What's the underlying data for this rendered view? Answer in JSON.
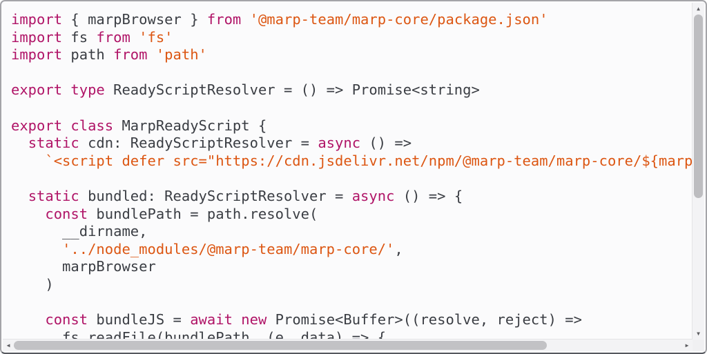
{
  "editor": {
    "background": "#fbfbfc",
    "frame_border_color": "#a4a4a8",
    "colors": {
      "keyword": "#b01467",
      "string": "#dc5612",
      "default": "#3a3d43"
    },
    "code_lines": [
      {
        "tokens": [
          [
            "k",
            "import"
          ],
          [
            "d",
            " { marpBrowser } "
          ],
          [
            "k",
            "from"
          ],
          [
            "d",
            " "
          ],
          [
            "s",
            "'@marp-team/marp-core/package.json'"
          ]
        ]
      },
      {
        "tokens": [
          [
            "k",
            "import"
          ],
          [
            "d",
            " fs "
          ],
          [
            "k",
            "from"
          ],
          [
            "d",
            " "
          ],
          [
            "s",
            "'fs'"
          ]
        ]
      },
      {
        "tokens": [
          [
            "k",
            "import"
          ],
          [
            "d",
            " path "
          ],
          [
            "k",
            "from"
          ],
          [
            "d",
            " "
          ],
          [
            "s",
            "'path'"
          ]
        ]
      },
      {
        "tokens": []
      },
      {
        "tokens": [
          [
            "k",
            "export"
          ],
          [
            "d",
            " "
          ],
          [
            "k",
            "type"
          ],
          [
            "d",
            " ReadyScriptResolver = () => Promise<string>"
          ]
        ]
      },
      {
        "tokens": []
      },
      {
        "tokens": [
          [
            "k",
            "export"
          ],
          [
            "d",
            " "
          ],
          [
            "k",
            "class"
          ],
          [
            "d",
            " MarpReadyScript {"
          ]
        ]
      },
      {
        "tokens": [
          [
            "d",
            "  "
          ],
          [
            "k",
            "static"
          ],
          [
            "d",
            " cdn: ReadyScriptResolver = "
          ],
          [
            "k",
            "async"
          ],
          [
            "d",
            " () =>"
          ]
        ]
      },
      {
        "tokens": [
          [
            "d",
            "    "
          ],
          [
            "s",
            "`<script defer src=\"https://cdn.jsdelivr.net/npm/@marp-team/marp-core/${marpB"
          ]
        ]
      },
      {
        "tokens": []
      },
      {
        "tokens": [
          [
            "d",
            "  "
          ],
          [
            "k",
            "static"
          ],
          [
            "d",
            " bundled: ReadyScriptResolver = "
          ],
          [
            "k",
            "async"
          ],
          [
            "d",
            " () => {"
          ]
        ]
      },
      {
        "tokens": [
          [
            "d",
            "    "
          ],
          [
            "k",
            "const"
          ],
          [
            "d",
            " bundlePath = path.resolve("
          ]
        ]
      },
      {
        "tokens": [
          [
            "d",
            "      __dirname,"
          ]
        ]
      },
      {
        "tokens": [
          [
            "d",
            "      "
          ],
          [
            "s",
            "'../node_modules/@marp-team/marp-core/'"
          ],
          [
            "d",
            ","
          ]
        ]
      },
      {
        "tokens": [
          [
            "d",
            "      marpBrowser"
          ]
        ]
      },
      {
        "tokens": [
          [
            "d",
            "    )"
          ]
        ]
      },
      {
        "tokens": []
      },
      {
        "tokens": [
          [
            "d",
            "    "
          ],
          [
            "k",
            "const"
          ],
          [
            "d",
            " bundleJS = "
          ],
          [
            "k",
            "await"
          ],
          [
            "d",
            " "
          ],
          [
            "k",
            "new"
          ],
          [
            "d",
            " Promise<Buffer>((resolve, reject) =>"
          ]
        ]
      },
      {
        "tokens": [
          [
            "d",
            "      fs.readFile(bundlePath, (e, data) => {"
          ]
        ]
      }
    ]
  },
  "scrollbars": {
    "up_glyph": "▲",
    "down_glyph": "▼",
    "left_glyph": "◀",
    "right_glyph": "▶",
    "thumb_color": "#bdbdc0",
    "track_color": "#f3f3f5"
  }
}
